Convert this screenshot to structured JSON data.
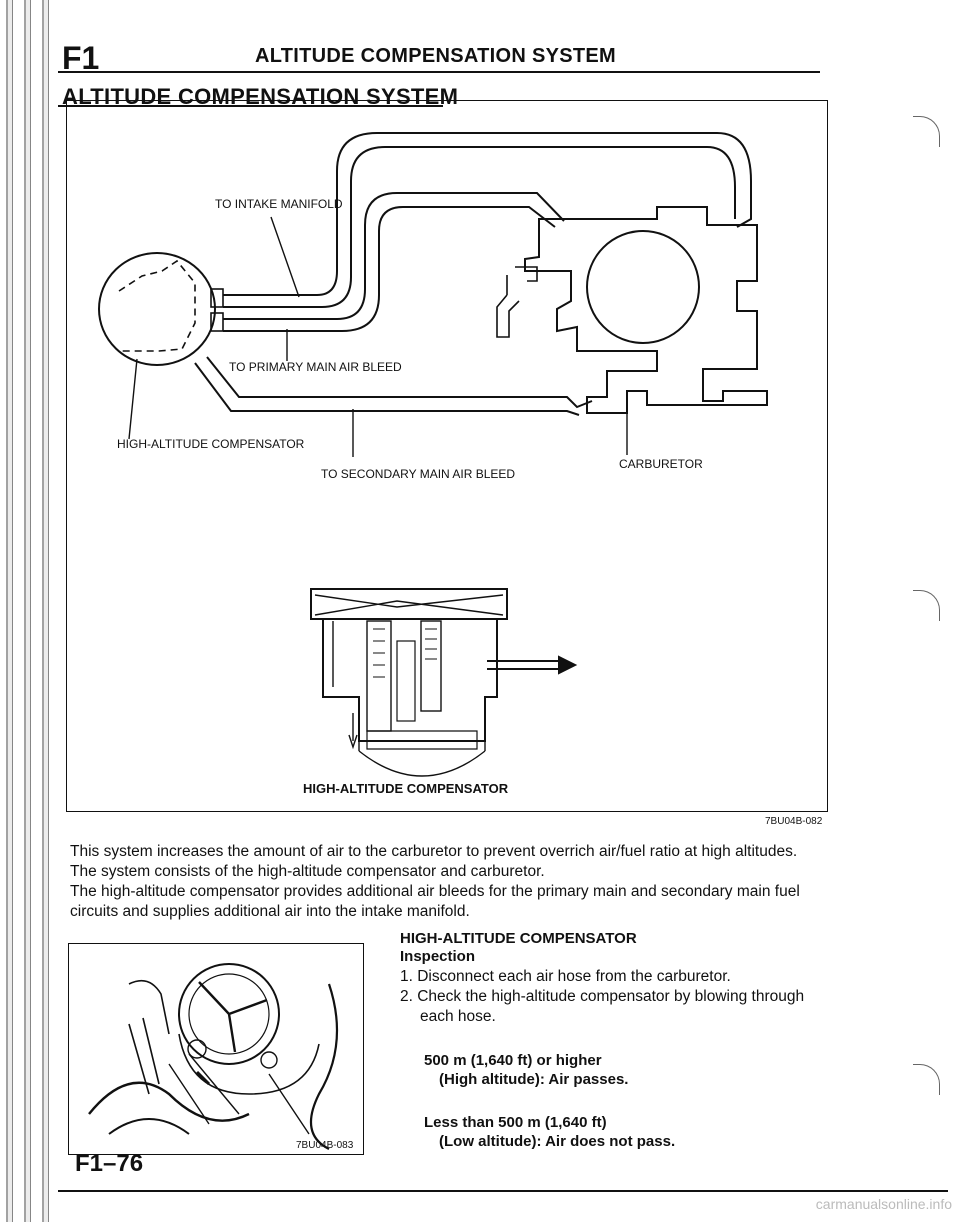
{
  "header": {
    "section_code": "F1",
    "title": "ALTITUDE COMPENSATION SYSTEM"
  },
  "section_title": "ALTITUDE COMPENSATION SYSTEM",
  "figure1": {
    "labels": {
      "intake": "TO INTAKE MANIFOLD",
      "primary": "TO PRIMARY MAIN AIR BLEED",
      "compensator": "HIGH-ALTITUDE COMPENSATOR",
      "secondary": "TO SECONDARY MAIN AIR BLEED",
      "carburetor": "CARBURETOR",
      "detail": "HIGH-ALTITUDE COMPENSATOR"
    },
    "code": "7BU04B-082"
  },
  "description": [
    "This system increases the amount of air to the carburetor to prevent overrich air/fuel ratio at high altitudes.",
    "The system consists of the high-altitude compensator and carburetor.",
    "The high-altitude compensator provides additional air bleeds for the primary main and secondary main fuel circuits and supplies additional air into the intake manifold."
  ],
  "figure2": {
    "code": "7BU04B-083"
  },
  "procedure": {
    "heading": "HIGH-ALTITUDE COMPENSATOR",
    "subheading": "Inspection",
    "steps": [
      "1. Disconnect each air hose from the carburetor.",
      "2. Check the high-altitude compensator by blowing through each hose."
    ],
    "specs": [
      {
        "line1": "500 m (1,640 ft) or higher",
        "line2": "(High altitude): Air passes."
      },
      {
        "line1": "Less than 500 m (1,640 ft)",
        "line2": "(Low altitude): Air does not pass."
      }
    ]
  },
  "page_number": "F1–76",
  "watermark": "carmanualsonline.info"
}
